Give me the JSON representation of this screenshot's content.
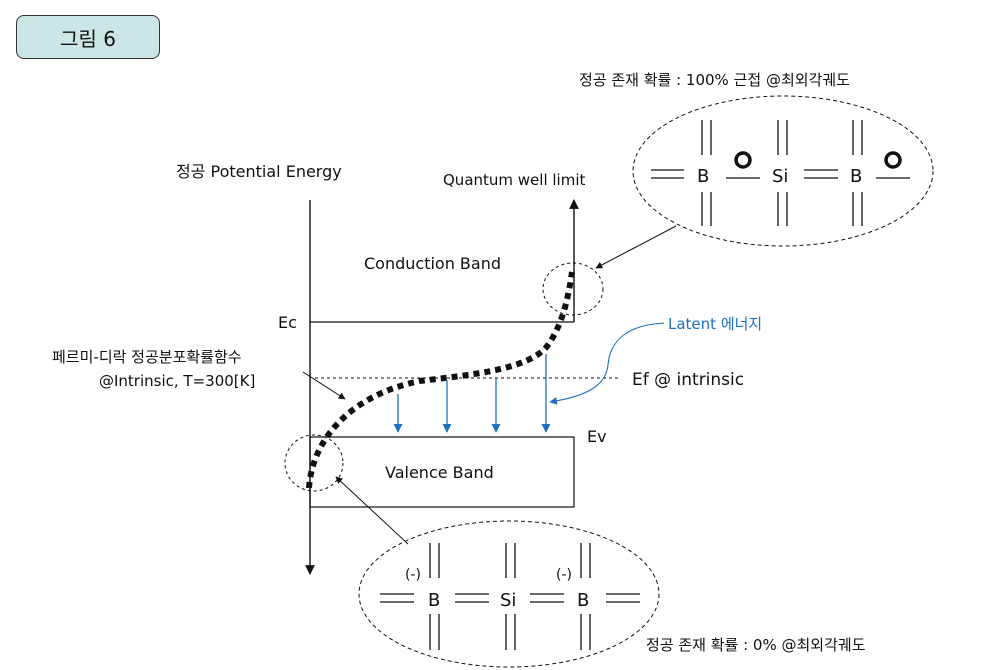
{
  "figure_label": "그림 6",
  "axis_label": "정공 Potential Energy",
  "quantum_well_label": "Quantum well limit",
  "conduction_band": "Conduction Band",
  "valence_band": "Valence Band",
  "ec": "Ec",
  "ev": "Ev",
  "fermi_title": "페르미-디락 정공분포확률함수",
  "fermi_sub": "@Intrinsic, T=300[K]",
  "latent_label": "Latent 에너지",
  "ef_label": "Ef @ intrinsic",
  "top_caption": "정공 존재 확률 : 100% 근접 @최외각궤도",
  "bottom_caption": "정공 존재 확률 : 0% @최외각궤도",
  "atom_b": "B",
  "atom_si": "Si",
  "minus_sign": "(-)",
  "colors": {
    "accent_blue": "#1f6fbf",
    "label_fill": "#cce6e6"
  }
}
